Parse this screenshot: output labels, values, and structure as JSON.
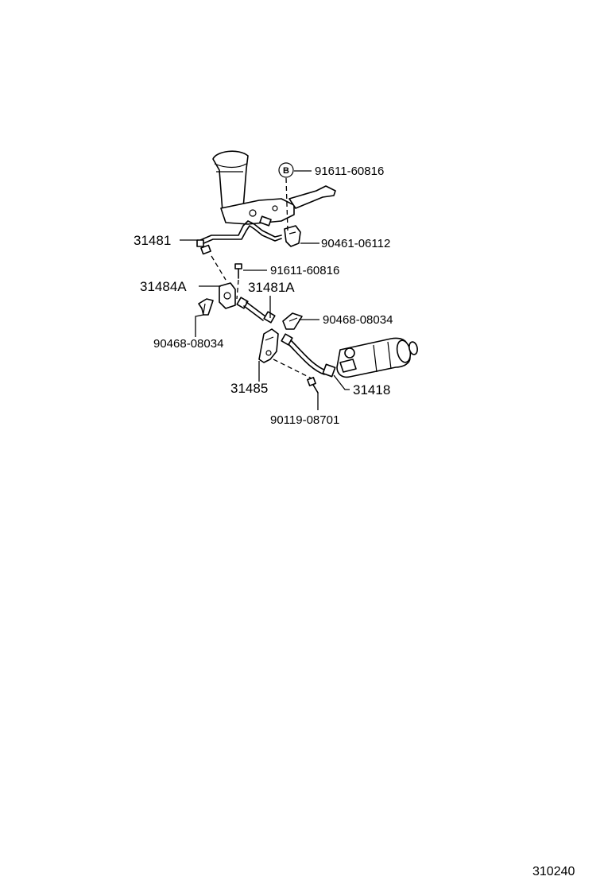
{
  "callouts": {
    "p91611_60816_top": "91611-60816",
    "p90461_06112": "90461-06112",
    "p31481": "31481",
    "p91611_60816_mid": "91611-60816",
    "p31484A": "31484A",
    "p31481A": "31481A",
    "p90468_08034_right": "90468-08034",
    "p90468_08034_left": "90468-08034",
    "p31485": "31485",
    "p31418": "31418",
    "p90119_08701": "90119-08701"
  },
  "marker_b": "B",
  "reference_code": "310240"
}
